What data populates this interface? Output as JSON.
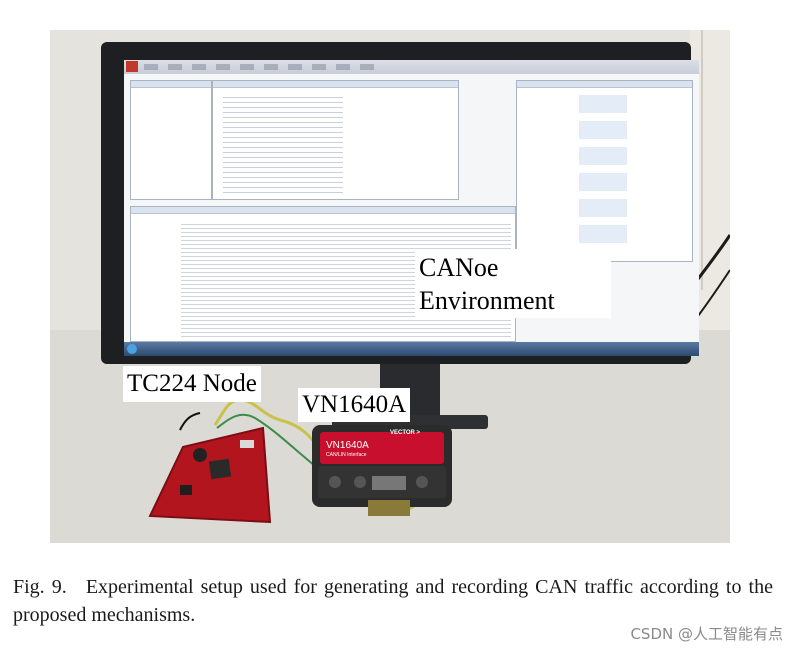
{
  "photo": {
    "description_labels": {
      "canoe_line1": "CANoe",
      "canoe_line2": "Environment",
      "tc224": "TC224 Node",
      "vn1640a": "VN1640A"
    },
    "device": {
      "brand": "VECTOR >",
      "model": "VN1640A",
      "subtitle": "CAN/LIN Interface"
    }
  },
  "caption": {
    "figure": "Fig. 9.",
    "text": "Experimental setup used for generating and recording CAN traffic according to the proposed mechanisms."
  },
  "watermark": "CSDN @人工智能有点",
  "colors": {
    "pcb": "#b3151f",
    "interface_body": "#2b2b2b",
    "interface_accent": "#c8102e",
    "monitor_bezel": "#1e1f22"
  }
}
